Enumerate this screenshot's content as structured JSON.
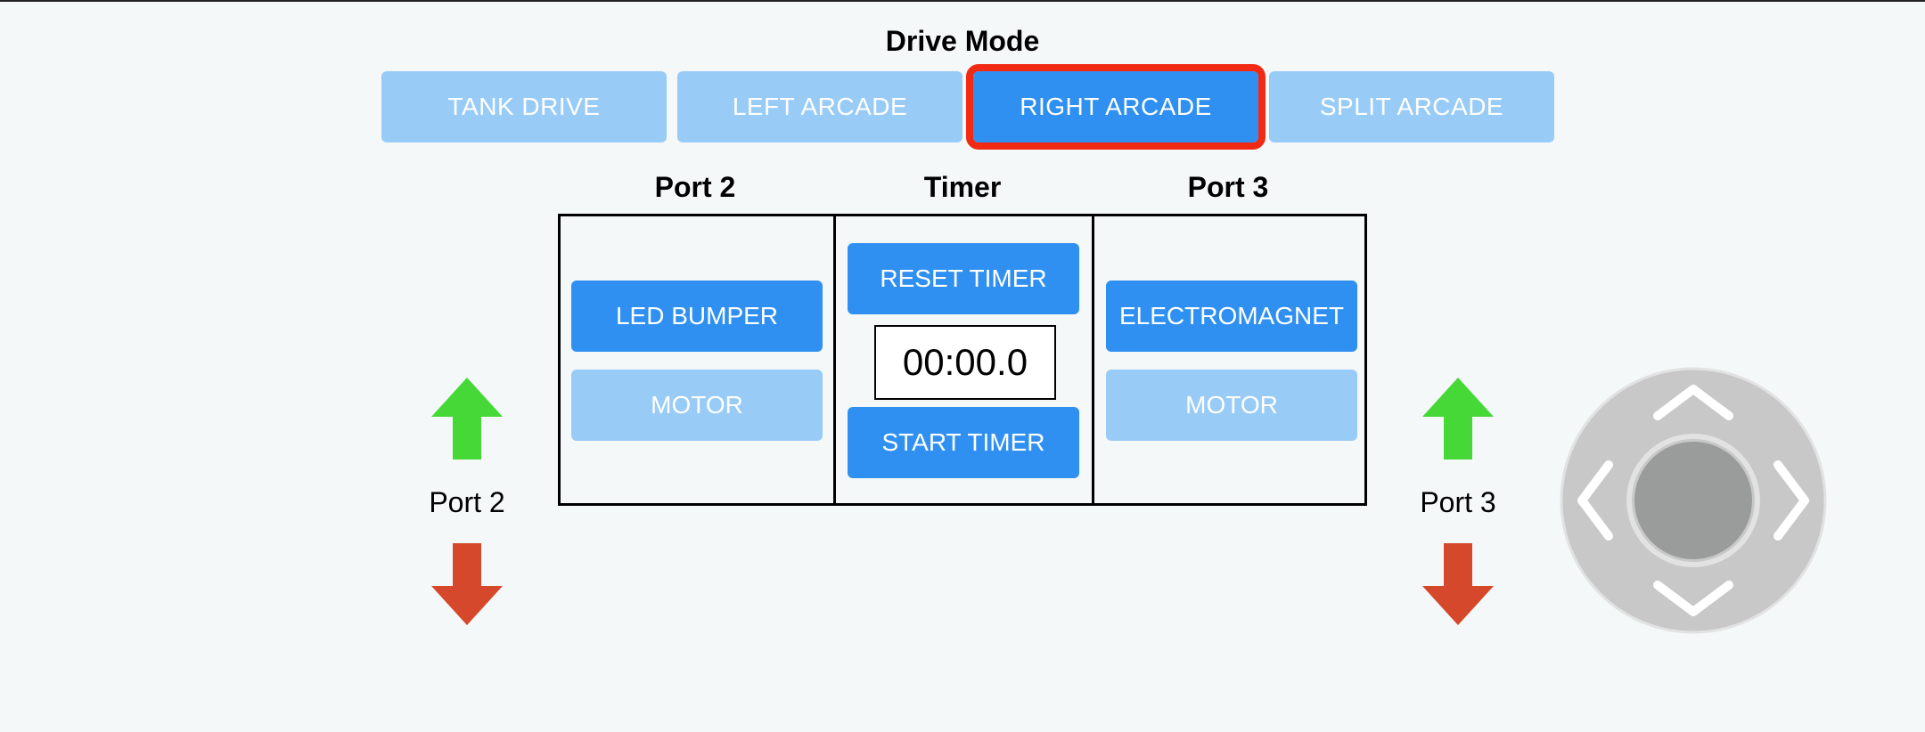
{
  "drive_mode": {
    "title": "Drive Mode",
    "modes": [
      {
        "label": "TANK DRIVE",
        "active": false
      },
      {
        "label": "LEFT ARCADE",
        "active": false
      },
      {
        "label": "RIGHT ARCADE",
        "active": true
      },
      {
        "label": "SPLIT ARCADE",
        "active": false
      }
    ]
  },
  "panel": {
    "port2": {
      "heading": "Port 2",
      "led_bumper_label": "LED BUMPER",
      "motor_label": "MOTOR"
    },
    "timer": {
      "heading": "Timer",
      "reset_label": "RESET TIMER",
      "display": "00:00.0",
      "start_label": "START TIMER"
    },
    "port3": {
      "heading": "Port 3",
      "electromagnet_label": "ELECTROMAGNET",
      "motor_label": "MOTOR"
    }
  },
  "left_control": {
    "label": "Port 2",
    "up_icon": "arrow-up-icon",
    "down_icon": "arrow-down-icon"
  },
  "right_control": {
    "label": "Port 3",
    "up_icon": "arrow-up-icon",
    "down_icon": "arrow-down-icon"
  },
  "joystick": {
    "icon": "dpad-joystick-icon"
  },
  "colors": {
    "background": "#f4f8f9",
    "button_active": "#2f90f2",
    "button_inactive": "#99cbf7",
    "selected_outline": "#f22a14",
    "arrow_up": "#46d836",
    "arrow_down": "#d5482b",
    "joystick_outer": "#c8c8c8",
    "joystick_knob": "#9a9c9c"
  }
}
